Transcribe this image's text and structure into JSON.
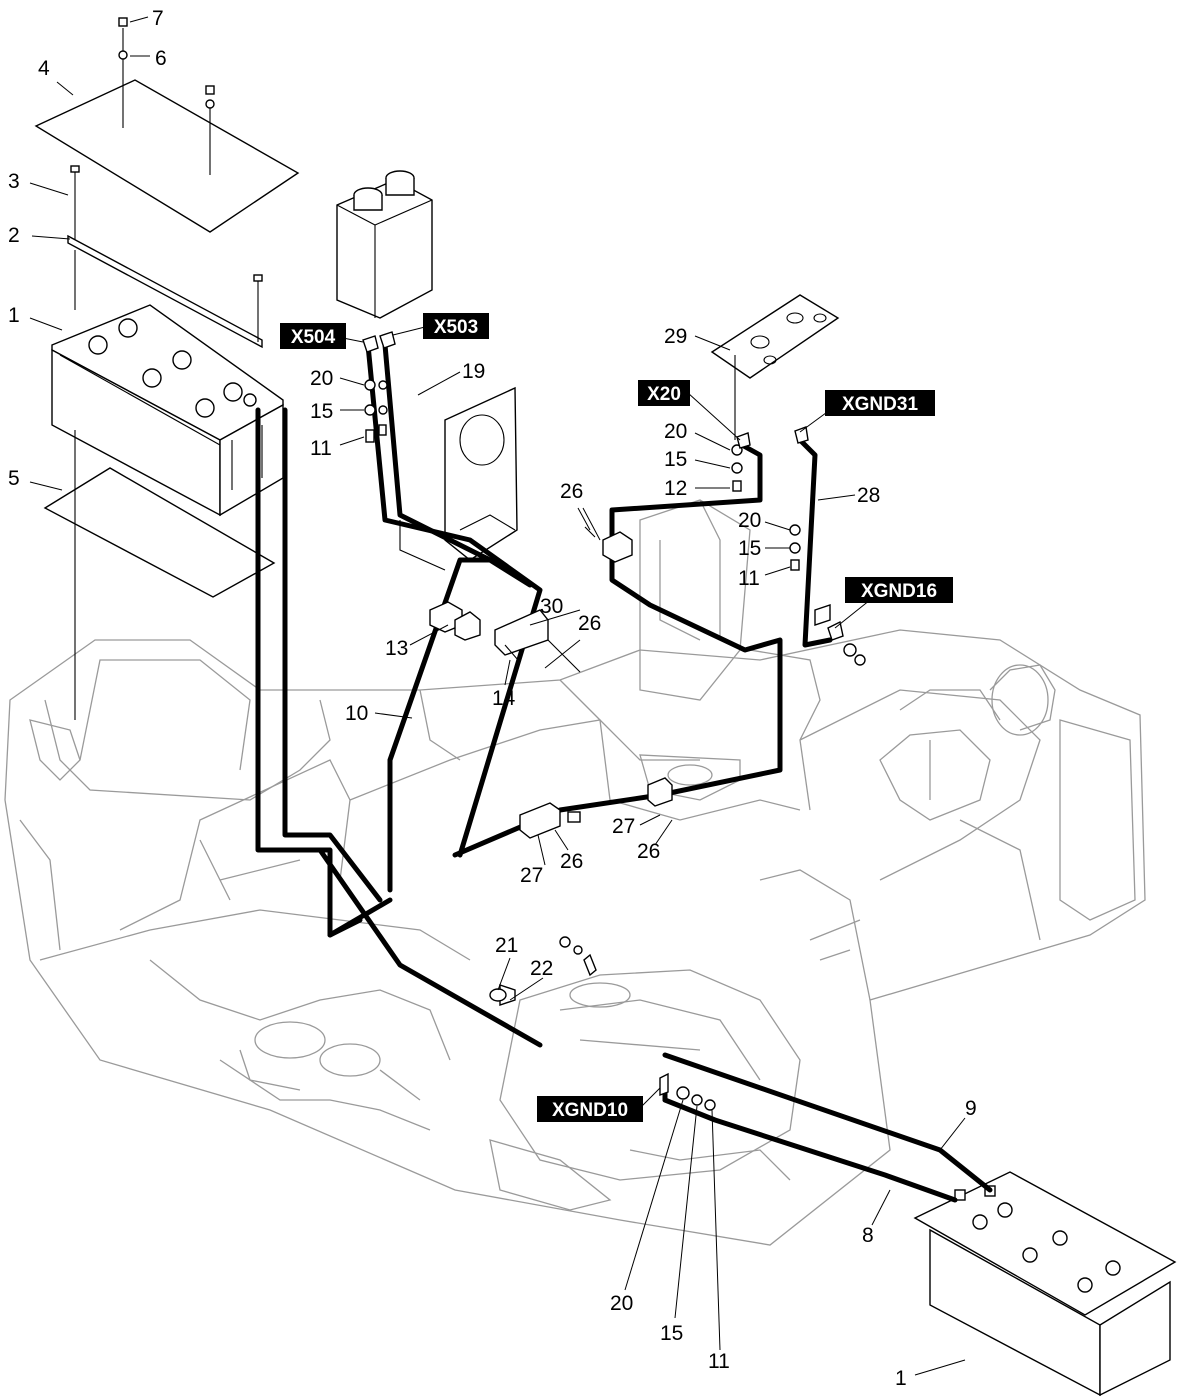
{
  "callouts": [
    {
      "id": "7"
    },
    {
      "id": "6"
    },
    {
      "id": "4"
    },
    {
      "id": "3"
    },
    {
      "id": "2"
    },
    {
      "id": "1"
    },
    {
      "id": "5"
    },
    {
      "id": "20"
    },
    {
      "id": "15"
    },
    {
      "id": "11"
    },
    {
      "id": "19"
    },
    {
      "id": "29"
    },
    {
      "id": "20"
    },
    {
      "id": "15"
    },
    {
      "id": "12"
    },
    {
      "id": "28"
    },
    {
      "id": "20"
    },
    {
      "id": "15"
    },
    {
      "id": "11"
    },
    {
      "id": "26"
    },
    {
      "id": "26"
    },
    {
      "id": "30"
    },
    {
      "id": "13"
    },
    {
      "id": "14"
    },
    {
      "id": "10"
    },
    {
      "id": "27"
    },
    {
      "id": "26"
    },
    {
      "id": "27"
    },
    {
      "id": "26"
    },
    {
      "id": "21"
    },
    {
      "id": "22"
    },
    {
      "id": "9"
    },
    {
      "id": "8"
    },
    {
      "id": "20"
    },
    {
      "id": "15"
    },
    {
      "id": "11"
    },
    {
      "id": "1"
    }
  ],
  "tags": [
    {
      "id": "X504"
    },
    {
      "id": "X503"
    },
    {
      "id": "X20"
    },
    {
      "id": "XGND31"
    },
    {
      "id": "XGND16"
    },
    {
      "id": "XGND10"
    }
  ]
}
